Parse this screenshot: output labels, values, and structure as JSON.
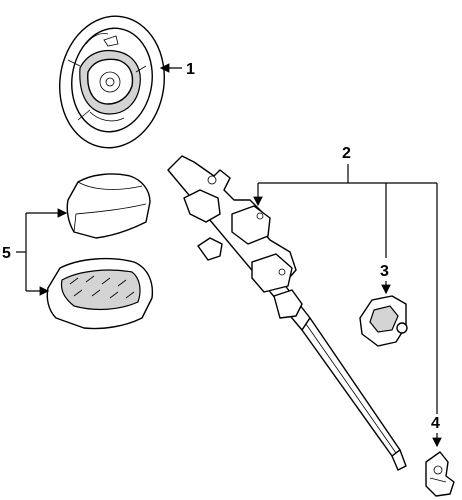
{
  "callouts": {
    "c1": "1",
    "c2": "2",
    "c3": "3",
    "c4": "4",
    "c5": "5"
  },
  "colors": {
    "line": "#000000",
    "fill": "#ffffff",
    "shade": "#d4d4d4"
  }
}
